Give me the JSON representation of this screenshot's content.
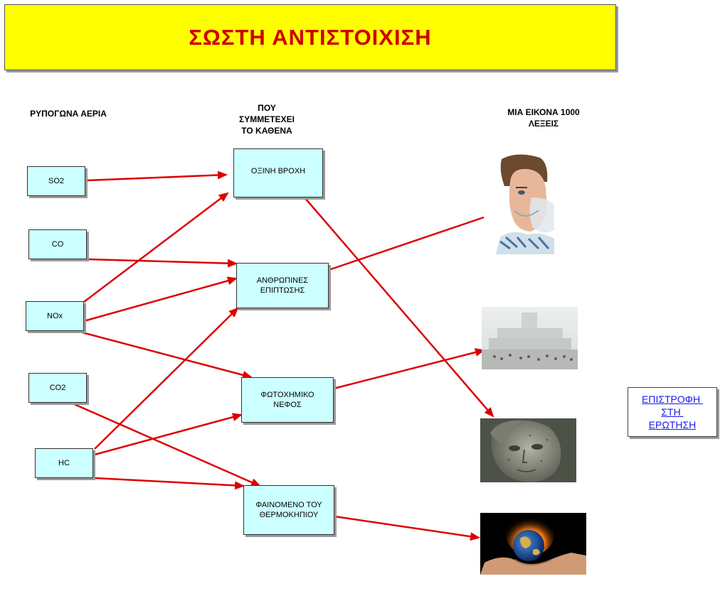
{
  "title": "ΣΩΣΤΗ ΑΝΤΙΣΤΟΙΧΙΣΗ",
  "headers": {
    "left": "ΡΥΠΟΓΩΝΑ ΑΕΡΙΑ",
    "middle": [
      "ΠΟΥ",
      "ΣΥΜΜΕΤΕΧΕΙ",
      "ΤΟ ΚΑΘΕΝΑ"
    ],
    "right": [
      "ΜΙΑ ΕΙΚΟΝΑ 1000",
      "ΛΕΞΕΙΣ"
    ]
  },
  "gases": [
    {
      "id": "so2",
      "label": "SO2"
    },
    {
      "id": "co",
      "label": "CO"
    },
    {
      "id": "nox",
      "label": "NOx"
    },
    {
      "id": "co2",
      "label": "CO2"
    },
    {
      "id": "hc",
      "label": "HC"
    }
  ],
  "effects": [
    {
      "id": "acid",
      "lines": [
        "ΟΞΙΝΗ ΒΡΟΧΗ"
      ]
    },
    {
      "id": "human",
      "lines": [
        "ΑΝΘΡΩΠΙΝΕΣ",
        "ΕΠΙΠΤΩΣΗΣ"
      ]
    },
    {
      "id": "smog",
      "lines": [
        "ΦΩΤΟΧΗΜΙΚΟ",
        "ΝΕΦΟΣ"
      ]
    },
    {
      "id": "green",
      "lines": [
        "ΦΑΙΝΟΜΕΝΟ ΤΟΥ",
        "ΘΕΡΜΟΚΗΠΙΟΥ"
      ]
    }
  ],
  "pictures": [
    {
      "id": "mask",
      "icon": "man-with-oxygen-mask-photo"
    },
    {
      "id": "smog",
      "icon": "smog-over-building-photo"
    },
    {
      "id": "statue",
      "icon": "eroded-statue-photo"
    },
    {
      "id": "globe",
      "icon": "burning-globe-in-hands-photo"
    }
  ],
  "connections": [
    {
      "from": "so2",
      "to": "acid"
    },
    {
      "from": "nox",
      "to": "acid"
    },
    {
      "from": "co",
      "to": "human"
    },
    {
      "from": "nox",
      "to": "human"
    },
    {
      "from": "hc",
      "to": "human"
    },
    {
      "from": "nox",
      "to": "smog"
    },
    {
      "from": "hc",
      "to": "smog"
    },
    {
      "from": "co2",
      "to": "green"
    },
    {
      "from": "hc",
      "to": "green"
    },
    {
      "from": "acid",
      "to": "statue"
    },
    {
      "from": "human",
      "to": "mask"
    },
    {
      "from": "smog",
      "to": "smog-picture"
    },
    {
      "from": "green",
      "to": "globe"
    }
  ],
  "back_link": [
    "ΕΠΙΣΤΡΟΦΗ ",
    "ΣΤΗ ",
    "ΕΡΩΤΗΣΗ"
  ],
  "colors": {
    "banner": "#ffff00",
    "title": "#cc0000",
    "box": "#ccffff",
    "arrow": "#dd0000",
    "link": "#1a1aee"
  }
}
